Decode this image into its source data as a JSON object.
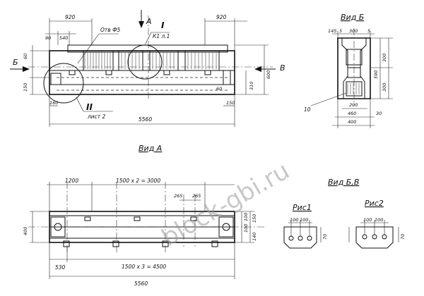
{
  "labels": {
    "view_a": "Вид А",
    "view_b": "Вид Б",
    "view_bv": "Вид Б,В",
    "fig1": "Рис1",
    "fig2": "Рис2",
    "letter_a": "А",
    "letter_b": "Б",
    "letter_v": "В",
    "roman_1": "I",
    "roman_2": "II",
    "hole_note": "Отв Ф5",
    "sheet_ref": "К1 л.1",
    "sheet_2": "лист 2",
    "pos_10": "10"
  },
  "dims_top": {
    "left_920": "920",
    "right_920": "920",
    "d90": "90",
    "d540": "540",
    "total": "5560",
    "h60": "60",
    "h150": "150",
    "d160": "160",
    "d150": "150",
    "h310": "310",
    "h600": "600",
    "d60": "60"
  },
  "dims_b": {
    "d145": "145",
    "d5a": "5",
    "d300a": "300",
    "d5b": "5",
    "d300b": "300",
    "d300c": "300",
    "d590": "590",
    "d200": "200",
    "d460": "460",
    "d30": "30",
    "d400": "400"
  },
  "dims_va": {
    "d1200": "1200",
    "top_spans": "1500 х 2 = 3000",
    "d265a": "265",
    "d265b": "265",
    "d530": "530",
    "bottom_spans": "1500 х 3 = 4500",
    "total": "5560",
    "h400": "400",
    "r100a": "100",
    "r100b": "100",
    "r150": "150",
    "r140": "140"
  },
  "dims_fig": {
    "f1_100a": "100",
    "f1_100b": "100",
    "f1_70": "70",
    "f2_100a": "100",
    "f2_100b": "100",
    "f2_70": "70"
  },
  "watermark": "block-gbi.ru"
}
